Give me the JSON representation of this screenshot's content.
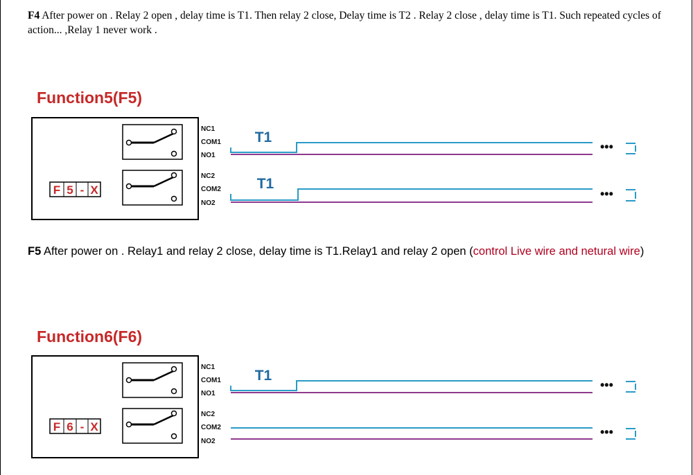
{
  "f4": {
    "code": "F4",
    "text": " After power on . Relay 2 open , delay time is T1. Then relay 2 close, Delay time is T2 . Relay 2 close , delay time is T1. Such repeated cycles of action... ,Relay 1 never work ."
  },
  "f5": {
    "title": "Function5(F5)",
    "code": "F5",
    "text": " After power on . Relay1 and relay 2 close, delay time is T1.Relay1 and relay 2 open (",
    "highlight": "control Live wire and netural wire",
    "close": ")",
    "panel": {
      "display": [
        "F",
        "5",
        "-",
        "X"
      ],
      "relay1": [
        "NC1",
        "COM1",
        "NO1"
      ],
      "relay2": [
        "NC2",
        "COM2",
        "NO2"
      ],
      "timing1": "T1",
      "timing2": "T1",
      "continues": "•••"
    }
  },
  "f6": {
    "title": "Function6(F6)",
    "panel": {
      "display": [
        "F",
        "6",
        "-",
        "X"
      ],
      "relay1": [
        "NC1",
        "COM1",
        "NO1"
      ],
      "relay2": [
        "NC2",
        "COM2",
        "NO2"
      ],
      "timing1": "T1",
      "continues": "•••"
    }
  },
  "colors": {
    "title": "#c62828",
    "com": "#2a9bc7",
    "no": "#8e3a8e",
    "t1": "#1f6aa0"
  }
}
